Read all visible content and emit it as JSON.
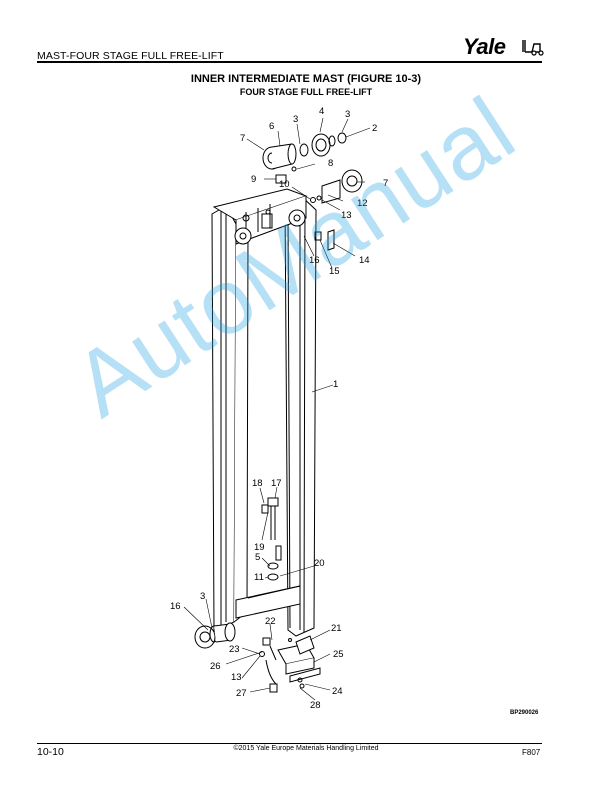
{
  "header": {
    "section_title": "MAST-FOUR STAGE FULL FREE-LIFT",
    "logo_text": "Yale",
    "logo_icon": "forklift-icon"
  },
  "figure": {
    "title": "INNER INTERMEDIATE MAST (FIGURE 10-3)",
    "subtitle": "FOUR STAGE FULL FREE-LIFT",
    "drawing_code": "BP290026",
    "callouts": [
      "1",
      "2",
      "3",
      "3",
      "3",
      "4",
      "5",
      "6",
      "7",
      "7",
      "8",
      "9",
      "10",
      "11",
      "12",
      "13",
      "13",
      "14",
      "15",
      "16",
      "16",
      "17",
      "18",
      "19",
      "20",
      "21",
      "22",
      "23",
      "24",
      "25",
      "26",
      "27",
      "28"
    ]
  },
  "watermark": {
    "text": "AutoManual",
    "color": "#1ea0e1"
  },
  "footer": {
    "page_number": "10-10",
    "copyright": "©2015 Yale Europe Materials Handling Limited",
    "doc_code": "F807"
  }
}
